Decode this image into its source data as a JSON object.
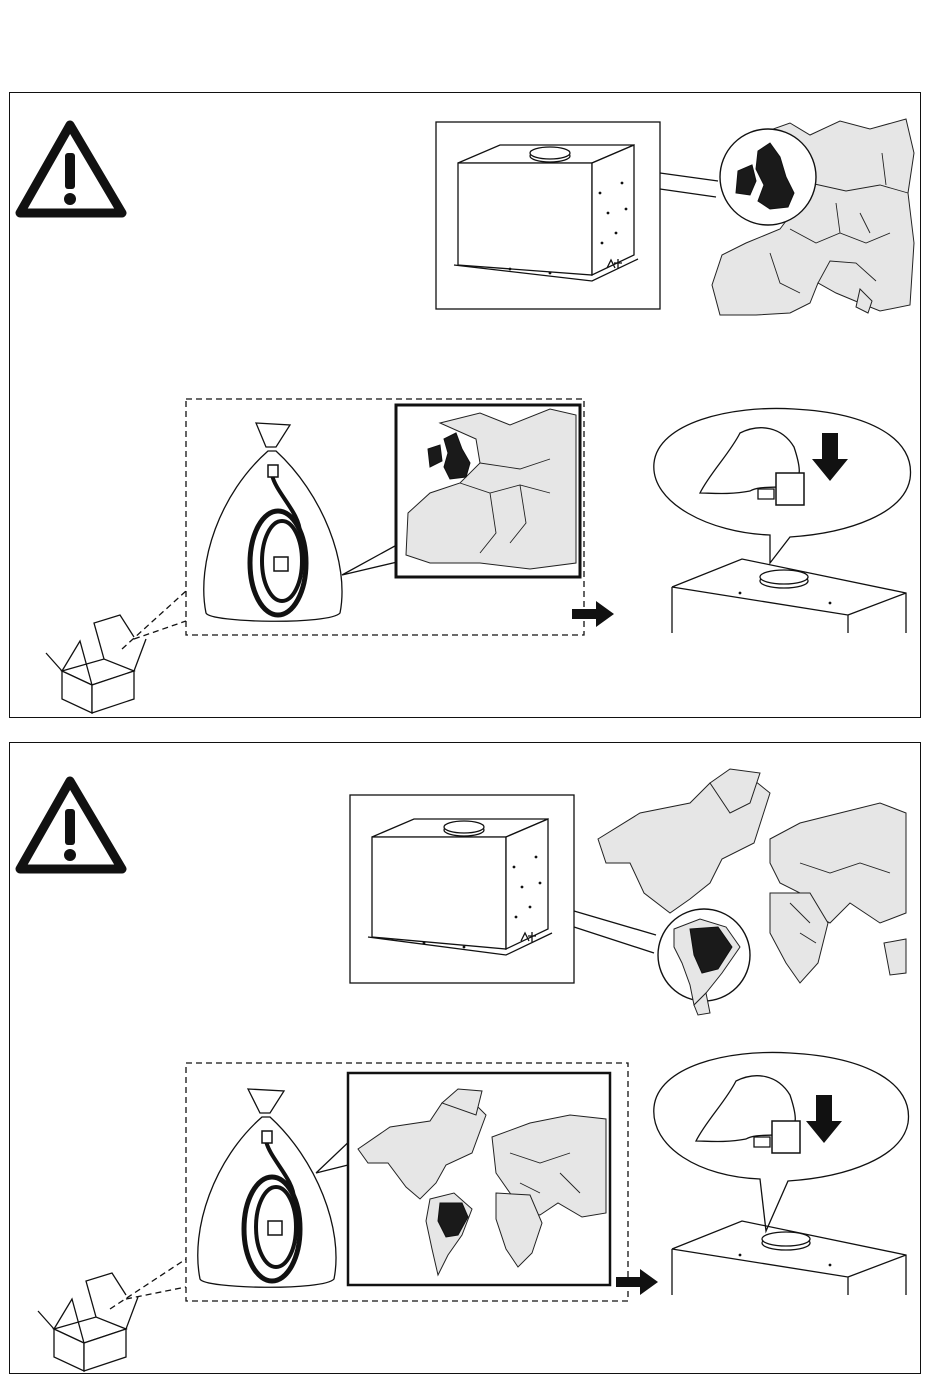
{
  "panels": [
    {
      "id": "uk",
      "icons": [
        "warning-icon",
        "hood-unit-icon",
        "europe-map-icon",
        "plastic-bag-cable-icon",
        "cardboard-box-icon",
        "arrow-right-icon",
        "press-down-arrow-icon",
        "hand-plug-icon"
      ],
      "highlight_region": "uk-ireland"
    },
    {
      "id": "brazil",
      "icons": [
        "warning-icon",
        "hood-unit-icon",
        "world-map-icon",
        "plastic-bag-cable-icon",
        "cardboard-box-icon",
        "arrow-right-icon",
        "press-down-arrow-icon",
        "hand-plug-icon"
      ],
      "highlight_region": "brazil"
    }
  ],
  "colors": {
    "line": "#111111",
    "land_fill": "#e6e6e6",
    "highlight": "#1a1a1a",
    "background": "#ffffff"
  }
}
